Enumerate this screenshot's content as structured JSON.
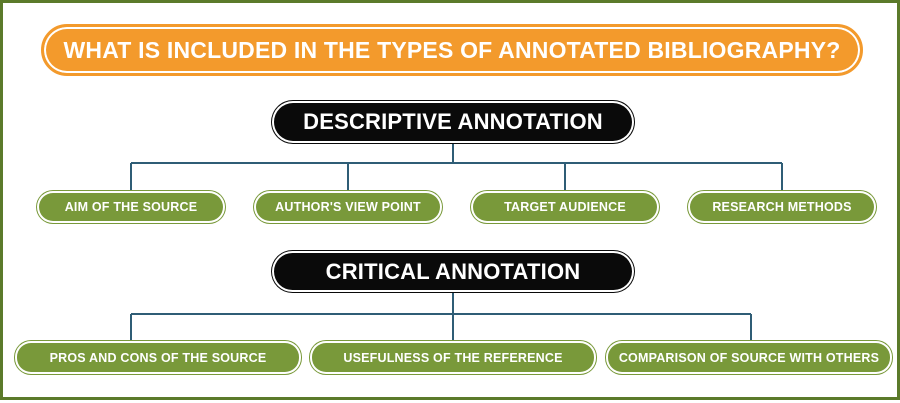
{
  "title": "What is included in the types of Annotated Bibliography?",
  "sections": [
    {
      "heading": "Descriptive Annotation",
      "items": [
        "Aim of the source",
        "Author's view point",
        "Target audience",
        "Research methods"
      ]
    },
    {
      "heading": "Critical Annotation",
      "items": [
        "Pros and cons of the source",
        "Usefulness of the reference",
        "Comparison of source with others"
      ]
    }
  ],
  "colors": {
    "border": "#5b7a2a",
    "title_bg": "#f39a2c",
    "heading_bg": "#0a0a0a",
    "leaf_bg": "#79993a",
    "connector": "#2f5d76"
  }
}
